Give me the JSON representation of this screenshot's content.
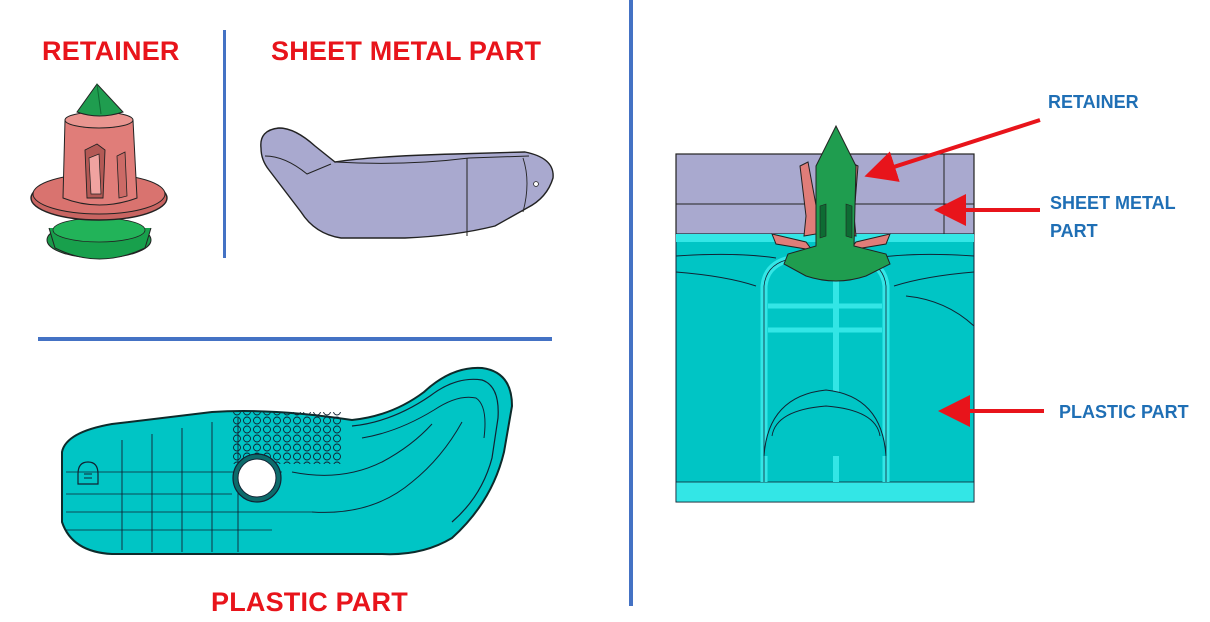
{
  "left_panel": {
    "retainer_title": "RETAINER",
    "sheet_metal_title": "SHEET METAL PART",
    "plastic_title": "PLASTIC PART"
  },
  "right_panel": {
    "retainer_label": "RETAINER",
    "sheet_metal_label_line1": "SHEET METAL",
    "sheet_metal_label_line2": "PART",
    "plastic_label": "PLASTIC PART"
  },
  "colors": {
    "title_red": "#e8141b",
    "label_blue": "#1f6fb5",
    "divider_blue": "#4472c4",
    "retainer_pink": "#d9736f",
    "retainer_green": "#1a9a4a",
    "sheet_metal": "#a9a9cf",
    "plastic": "#00c5c5",
    "plastic_light": "#33e6e6",
    "arrow_red": "#e8141b"
  }
}
